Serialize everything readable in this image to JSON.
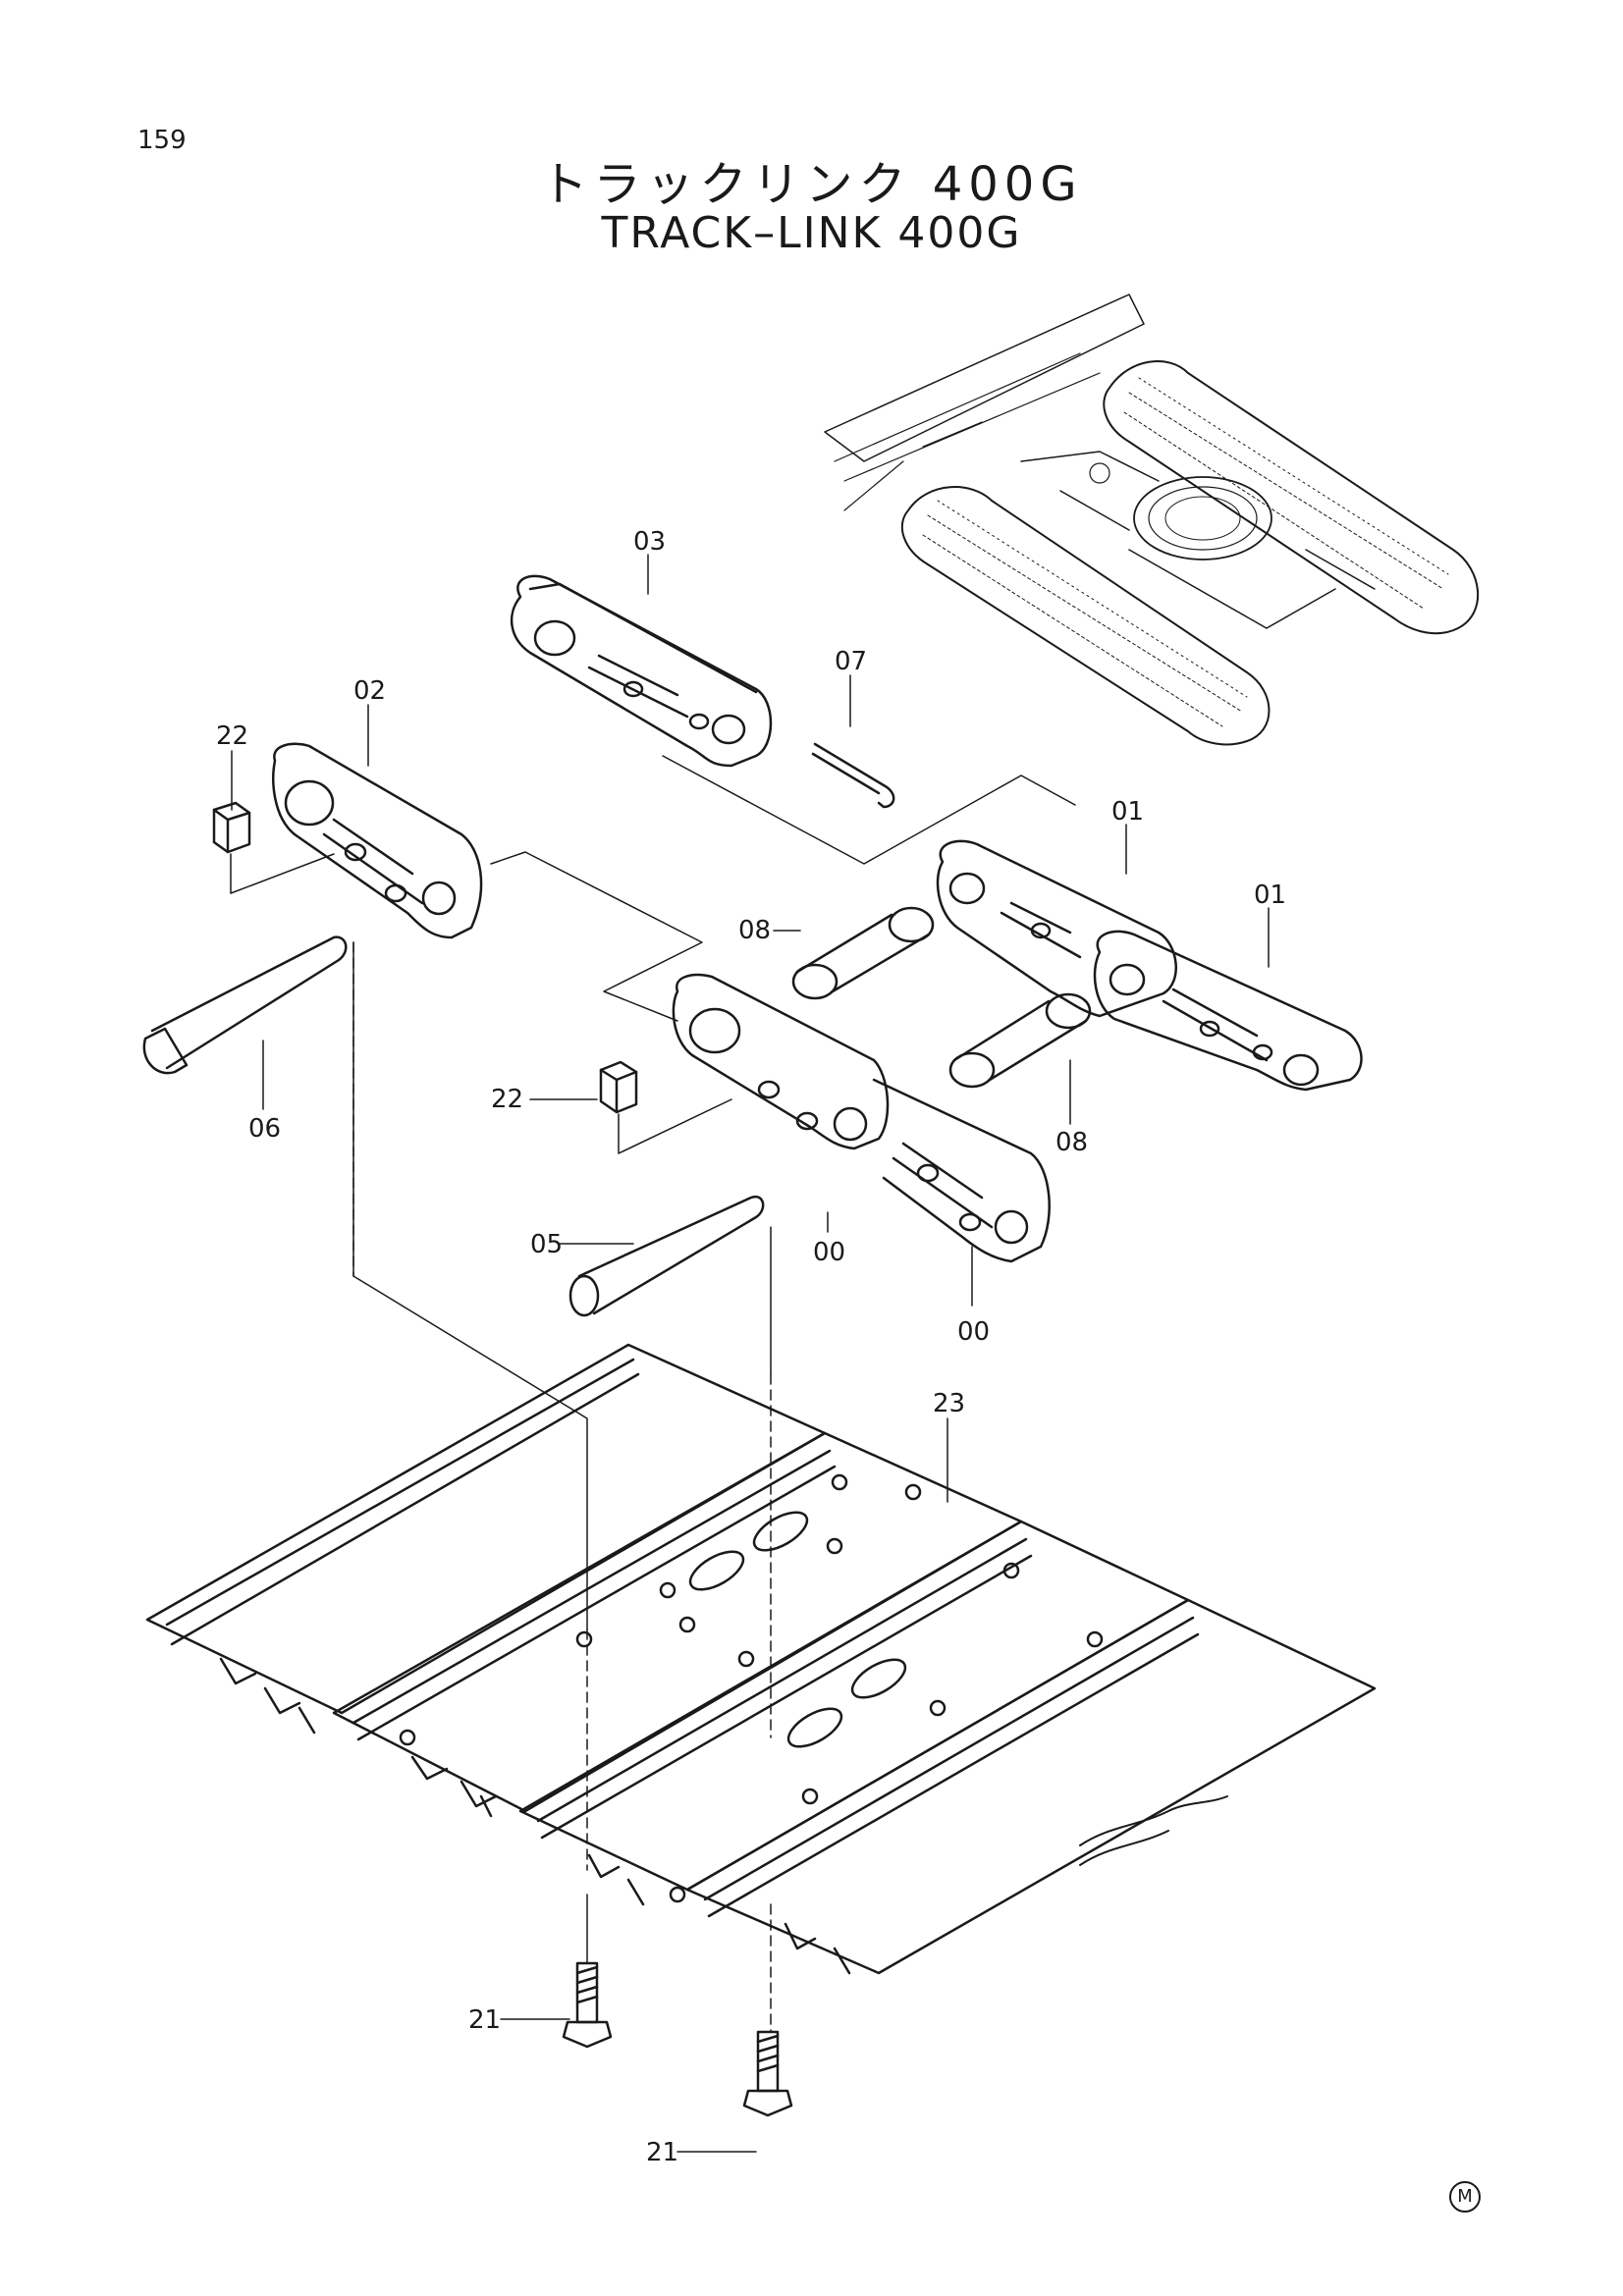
{
  "page": {
    "number": "159",
    "title_jp": "トラックリンク 400G",
    "title_en": "TRACK–LINK 400G",
    "manufacturer_mark": "M"
  },
  "callouts": [
    {
      "id": "c03",
      "label": "03"
    },
    {
      "id": "c07",
      "label": "07"
    },
    {
      "id": "c02",
      "label": "02"
    },
    {
      "id": "c22a",
      "label": "22"
    },
    {
      "id": "c01a",
      "label": "01"
    },
    {
      "id": "c01b",
      "label": "01"
    },
    {
      "id": "c08a",
      "label": "08"
    },
    {
      "id": "c08b",
      "label": "08"
    },
    {
      "id": "c06",
      "label": "06"
    },
    {
      "id": "c22b",
      "label": "22"
    },
    {
      "id": "c05",
      "label": "05"
    },
    {
      "id": "c00a",
      "label": "00"
    },
    {
      "id": "c00b",
      "label": "00"
    },
    {
      "id": "c23",
      "label": "23"
    },
    {
      "id": "c21a",
      "label": "21"
    },
    {
      "id": "c21b",
      "label": "21"
    }
  ],
  "colors": {
    "ink": "#1a1a1a",
    "paper": "#ffffff"
  }
}
